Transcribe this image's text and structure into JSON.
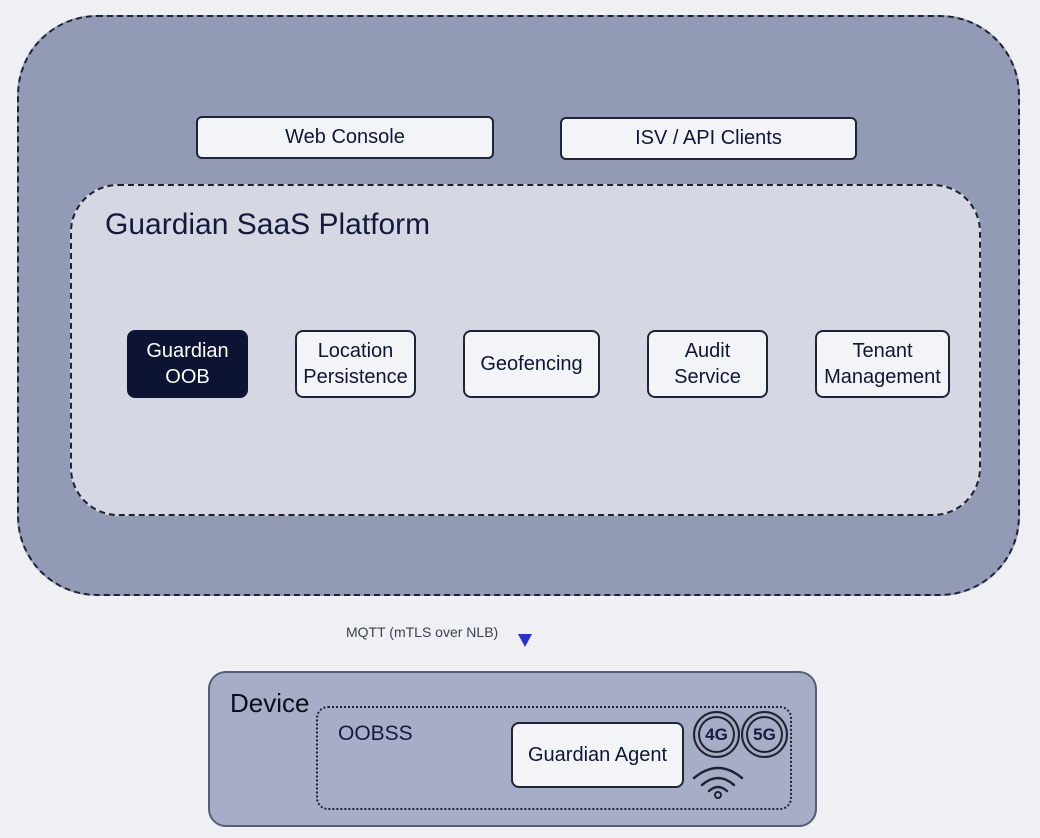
{
  "cloud": {
    "clients": {
      "web_console": "Web Console",
      "isv_api": "ISV / API Clients"
    },
    "platform": {
      "title": "Guardian SaaS Platform",
      "services": [
        {
          "line1": "Guardian",
          "line2": "OOB"
        },
        {
          "line1": "Location",
          "line2": "Persistence"
        },
        {
          "line1": "Geofencing",
          "line2": ""
        },
        {
          "line1": "Audit",
          "line2": "Service"
        },
        {
          "line1": "Tenant",
          "line2": "Management"
        }
      ]
    }
  },
  "connection": {
    "label": "MQTT (mTLS over NLB)"
  },
  "device": {
    "title": "Device",
    "oobss": {
      "title": "OOBSS",
      "agent": "Guardian Agent",
      "network": [
        "4G",
        "5G"
      ],
      "wifi_icon": "wifi-icon"
    }
  },
  "colors": {
    "outer_fill": "#939ab6",
    "platform_fill": "#d5d7e2",
    "highlight_service": "#0d1333",
    "device_fill": "#a7adc6",
    "arrow": "#2b2fcc"
  }
}
